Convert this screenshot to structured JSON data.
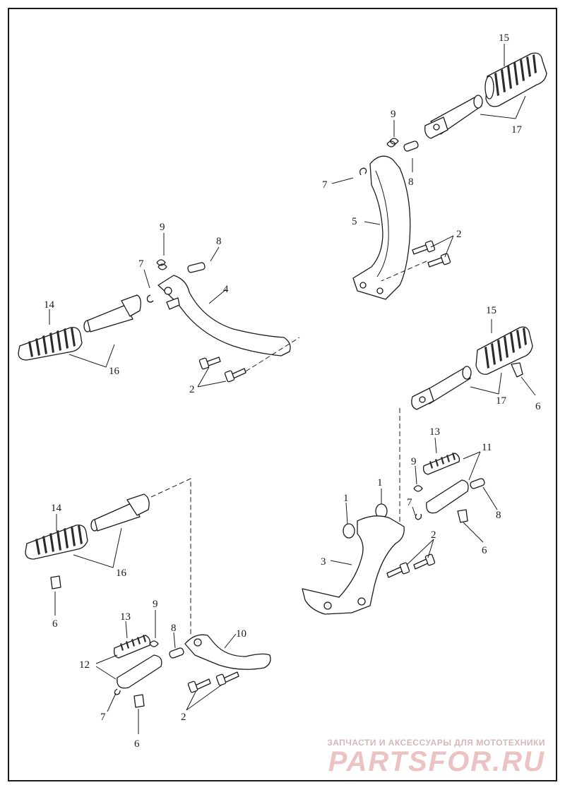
{
  "diagram": {
    "callouts": {
      "c15a": "15",
      "c9a": "9",
      "c17a": "17",
      "c8a": "8",
      "c7a": "7",
      "c5": "5",
      "c2a": "2",
      "c9b": "9",
      "c8b": "8",
      "c7b": "7",
      "c4": "4",
      "c14a": "14",
      "c16a": "16",
      "c2b": "2",
      "c15b": "15",
      "c17b": "17",
      "c6a": "6",
      "c13a": "13",
      "c11": "11",
      "c9c": "9",
      "c1a": "1",
      "c1b": "1",
      "c7c": "7",
      "c8c": "8",
      "c6b": "6",
      "c3": "3",
      "c2c": "2",
      "c14b": "14",
      "c16b": "16",
      "c6c": "6",
      "c13b": "13",
      "c9d": "9",
      "c8d": "8",
      "c10": "10",
      "c12": "12",
      "c7d": "7",
      "c2d": "2",
      "c6d": "6"
    }
  },
  "watermark": {
    "tagline": "ЗАПЧАСТИ И АКСЕССУАРЫ ДЛЯ МОТОТЕХНИКИ",
    "logo": "PARTSFOR.RU"
  }
}
